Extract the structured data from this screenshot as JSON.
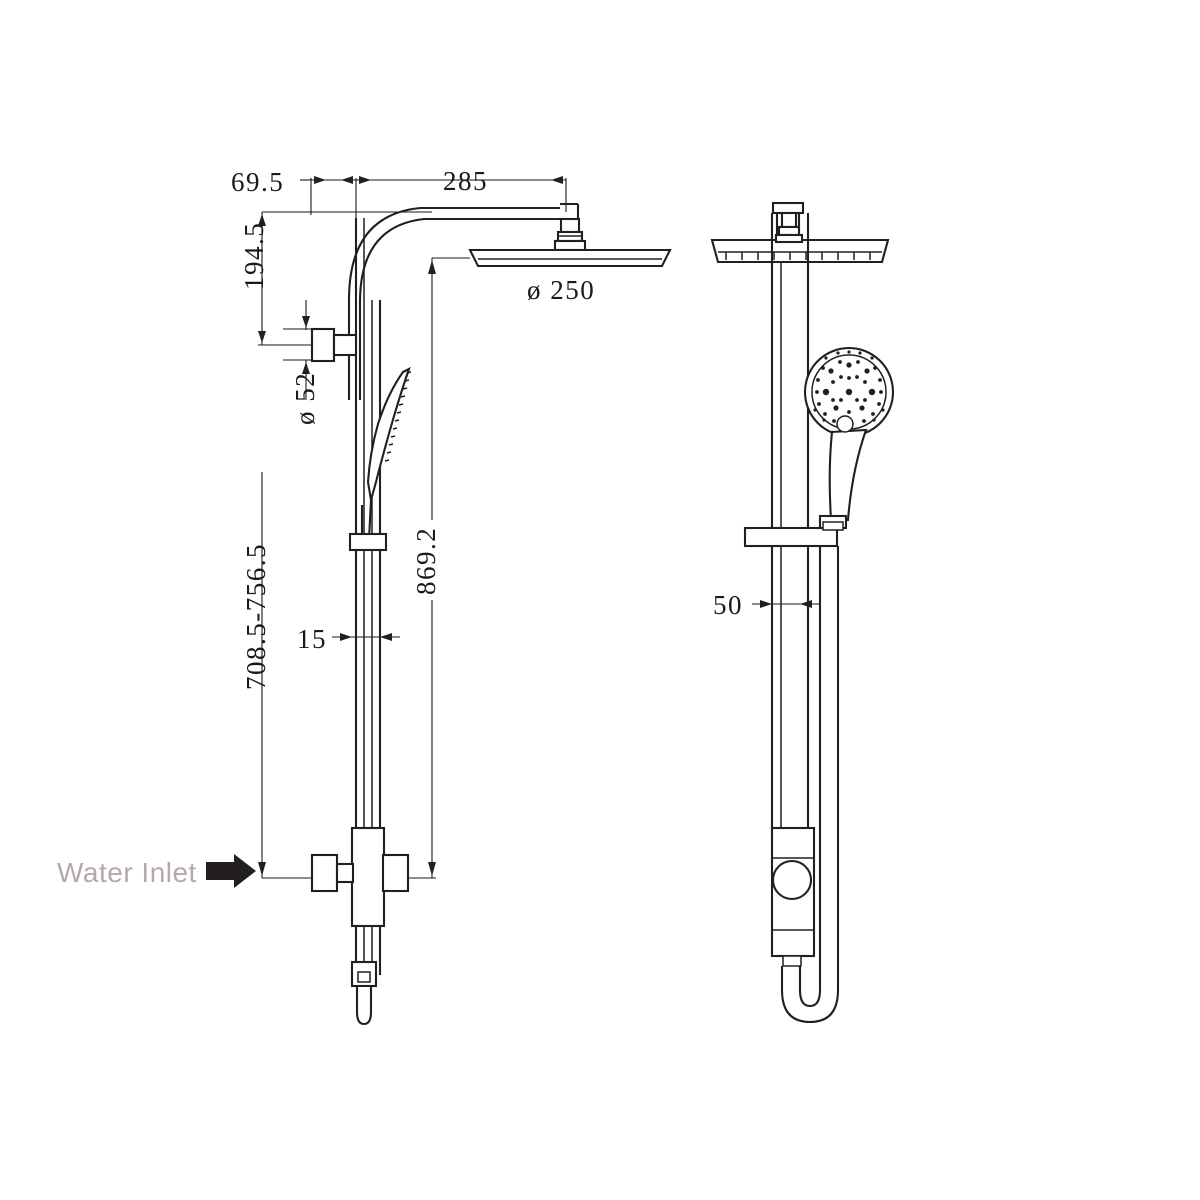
{
  "drawing": {
    "title": "shower-column-technical-drawing",
    "views": [
      {
        "id": "side-view",
        "name": "Side elevation view"
      },
      {
        "id": "front-view",
        "name": "Front elevation view"
      }
    ]
  },
  "annotations": {
    "water_inlet_label": "Water Inlet",
    "water_inlet_arrow": "right-arrow-icon"
  },
  "dimensions": {
    "offset_top": "69.5",
    "arm_reach": "285",
    "bracket_drop": "194.5",
    "bracket_diameter": "ø 52",
    "rainhead_diameter": "ø 250",
    "rail_range": "708.5-756.5",
    "overall_height": "869.2",
    "rail_tube": "15",
    "rail_depth": "50"
  },
  "colors": {
    "line": "#231f20",
    "dimension_line": "#1a1a1a",
    "inlet_text": "#b4a9a6",
    "background": "#ffffff"
  },
  "parts": {
    "rainhead": "square-rain-shower-head",
    "arm": "gooseneck-shower-arm",
    "handheld": "handheld-shower-head",
    "rail": "slide-rail-column",
    "mixer": "mixer-diverter-body",
    "hose": "shower-hose",
    "wall_bracket": "wall-mount-bracket"
  }
}
